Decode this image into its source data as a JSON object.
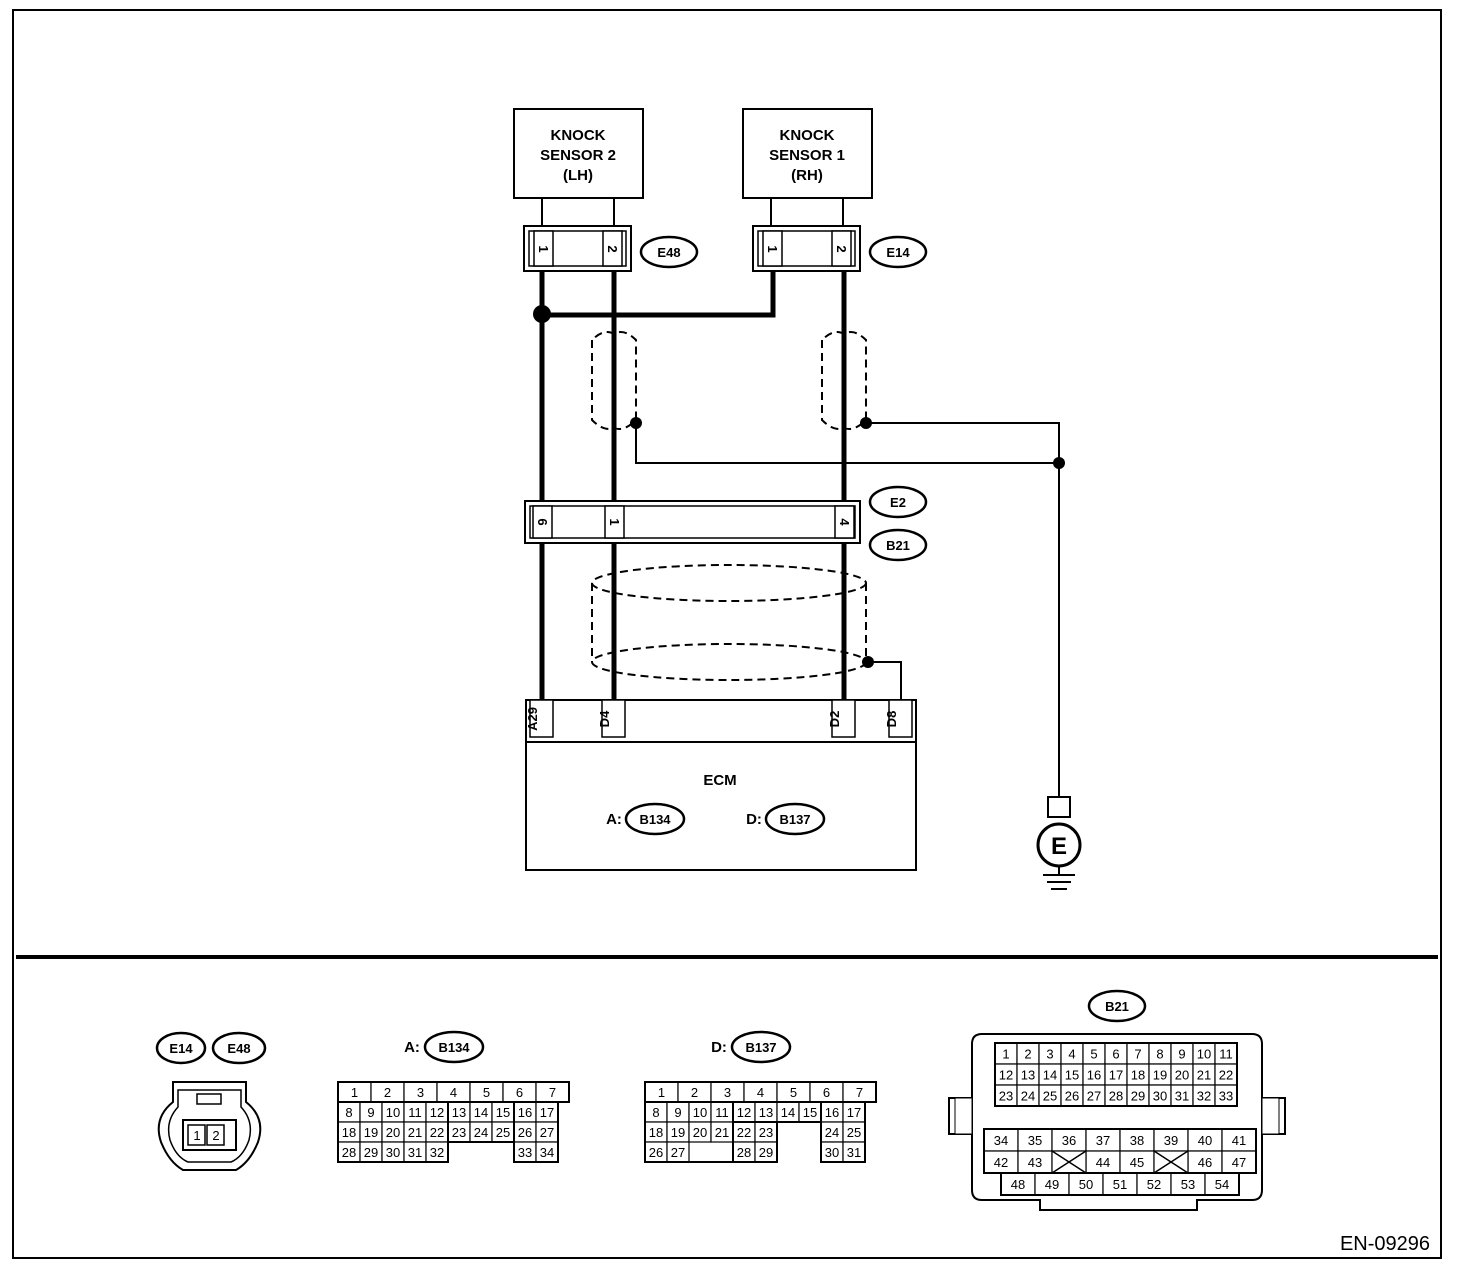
{
  "components": {
    "ks2": {
      "line1": "KNOCK",
      "line2": "SENSOR 2",
      "line3": "(LH)"
    },
    "ks1": {
      "line1": "KNOCK",
      "line2": "SENSOR 1",
      "line3": "(RH)"
    },
    "ecm": {
      "title": "ECM",
      "conn_a_prefix": "A:",
      "conn_a": "B134",
      "conn_d_prefix": "D:",
      "conn_d": "B137"
    },
    "ground": {
      "label": "E"
    }
  },
  "connectors": {
    "e48": {
      "id": "E48",
      "pins": [
        "1",
        "2"
      ]
    },
    "e14": {
      "id": "E14",
      "pins": [
        "1",
        "2"
      ]
    },
    "joint": {
      "id_top": "E2",
      "id_bottom": "B21",
      "pins": [
        "6",
        "1",
        "4"
      ]
    },
    "ecm_pins": [
      "A29",
      "D4",
      "D2",
      "D8"
    ]
  },
  "face_views": {
    "e14_e48": {
      "ids": [
        "E14",
        "E48"
      ],
      "pins": [
        "1",
        "2"
      ]
    },
    "b134": {
      "prefix": "A:",
      "id": "B134",
      "rows": [
        [
          "1",
          "2",
          "3",
          "4",
          "5",
          "6",
          "7"
        ],
        [
          "8",
          "9",
          "10",
          "11",
          "12",
          "13",
          "14",
          "15",
          "16",
          "17"
        ],
        [
          "18",
          "19",
          "20",
          "21",
          "22",
          "23",
          "24",
          "25",
          "26",
          "27"
        ],
        [
          "28",
          "29",
          "30",
          "31",
          "32",
          "33",
          "34"
        ]
      ]
    },
    "b137": {
      "prefix": "D:",
      "id": "B137",
      "rows": [
        [
          "1",
          "2",
          "3",
          "4",
          "5",
          "6",
          "7"
        ],
        [
          "8",
          "9",
          "10",
          "11",
          "12",
          "13",
          "14",
          "15",
          "16",
          "17"
        ],
        [
          "18",
          "19",
          "20",
          "21",
          "22",
          "23",
          "24",
          "25"
        ],
        [
          "26",
          "27",
          "28",
          "29",
          "30",
          "31"
        ]
      ]
    },
    "b21": {
      "id": "B21",
      "rows": [
        [
          "1",
          "2",
          "3",
          "4",
          "5",
          "6",
          "7",
          "8",
          "9",
          "10",
          "11"
        ],
        [
          "12",
          "13",
          "14",
          "15",
          "16",
          "17",
          "18",
          "19",
          "20",
          "21",
          "22"
        ],
        [
          "23",
          "24",
          "25",
          "26",
          "27",
          "28",
          "29",
          "30",
          "31",
          "32",
          "33"
        ],
        [
          "34",
          "35",
          "36",
          "37",
          "38",
          "39",
          "40",
          "41"
        ],
        [
          "42",
          "43",
          "44",
          "45",
          "46",
          "47"
        ],
        [
          "48",
          "49",
          "50",
          "51",
          "52",
          "53",
          "54"
        ]
      ]
    }
  },
  "figure_code": "EN-09296"
}
